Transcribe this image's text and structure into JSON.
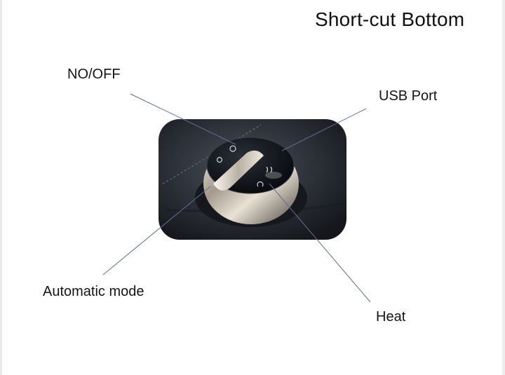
{
  "title": "Short-cut Bottom",
  "labels": {
    "on_off": "NO/OFF",
    "usb_port": "USB Port",
    "automatic_mode": "Automatic mode",
    "heating": "Heat"
  },
  "colors": {
    "leader_line": "#5f6f92",
    "panel": "#2c3038",
    "knob_chrome": "#c9c2b6",
    "knob_face": "#0f1218"
  }
}
